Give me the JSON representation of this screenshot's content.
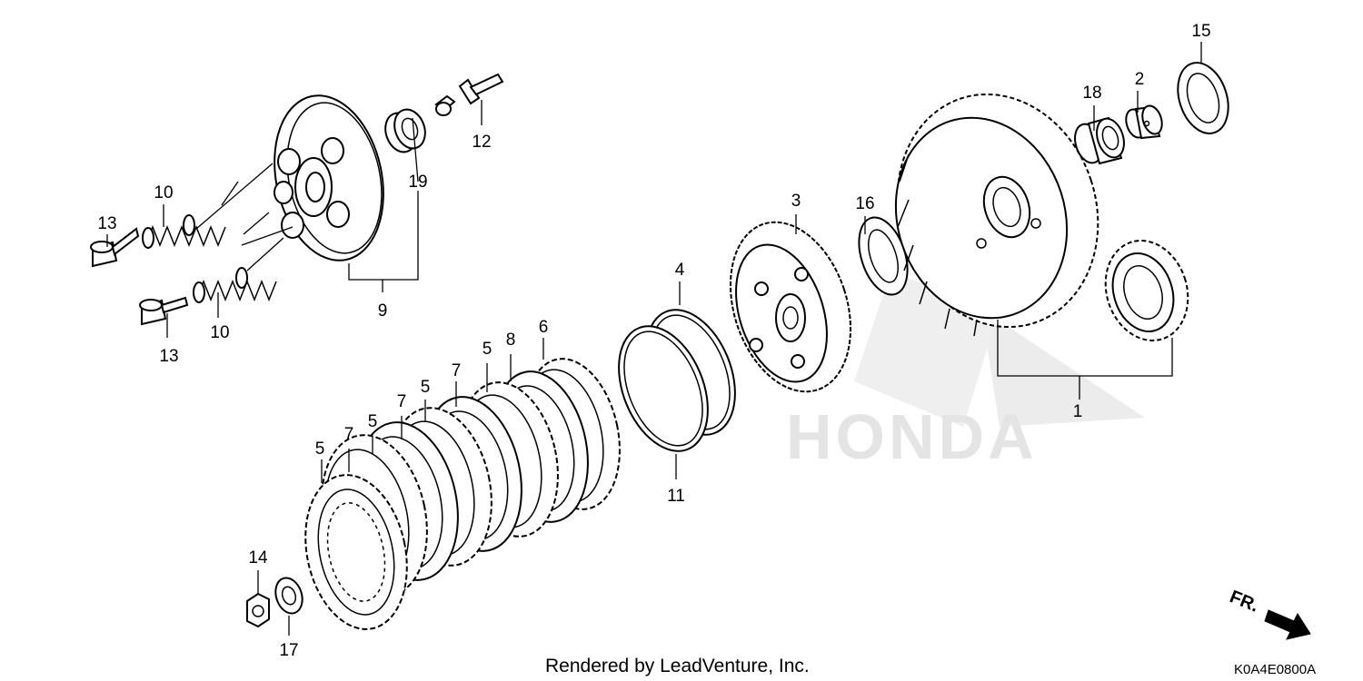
{
  "callouts": {
    "c1": "1",
    "c2": "2",
    "c3": "3",
    "c4": "4",
    "c5a": "5",
    "c5b": "5",
    "c5c": "5",
    "c5d": "5",
    "c6": "6",
    "c7a": "7",
    "c7b": "7",
    "c7c": "7",
    "c8": "8",
    "c9": "9",
    "c10a": "10",
    "c10b": "10",
    "c11": "11",
    "c12": "12",
    "c13a": "13",
    "c13b": "13",
    "c14": "14",
    "c15": "15",
    "c16": "16",
    "c17": "17",
    "c18": "18",
    "c19": "19"
  },
  "footer": {
    "credit": "Rendered by LeadVenture, Inc.",
    "diagram_code": "K0A4E0800A",
    "front_label": "FR."
  },
  "watermark": {
    "brand_text": "HONDA"
  },
  "colors": {
    "line": "#000000",
    "watermark": "#e4e4e4",
    "background": "#ffffff"
  },
  "icons": {
    "front_arrow": "front-direction-arrow-icon"
  }
}
